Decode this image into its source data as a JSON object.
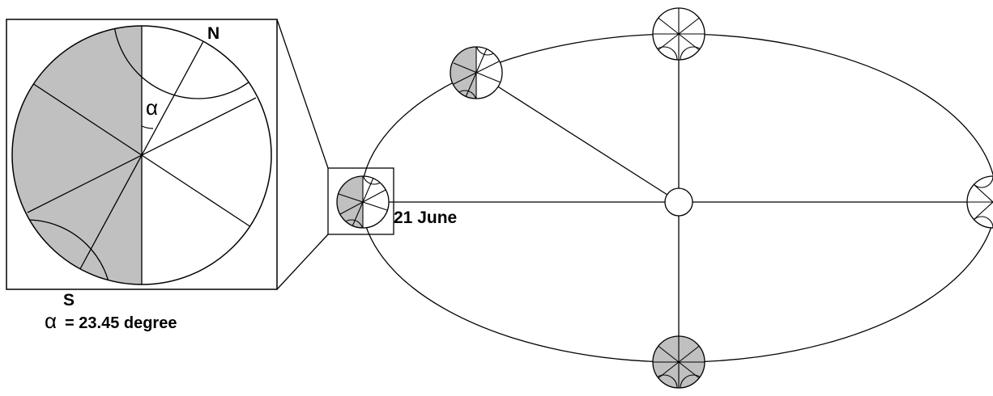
{
  "inset": {
    "north_label": "N",
    "south_label": "S",
    "angle_symbol": "α"
  },
  "orbit": {
    "position_label": "21 June"
  },
  "caption": {
    "symbol": "α",
    "text": "= 23.45 degree"
  },
  "tilt_angle_degrees": 23.45,
  "colors": {
    "shade": "#c0c0c0",
    "line": "#000000",
    "background": "#ffffff"
  }
}
